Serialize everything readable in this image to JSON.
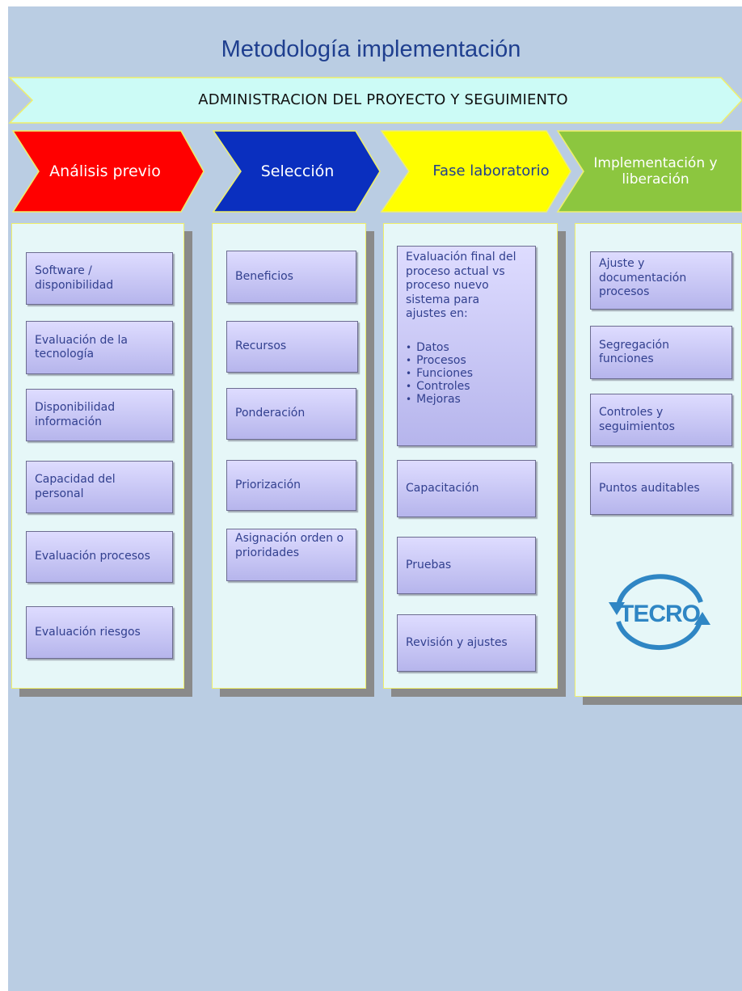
{
  "title": "Metodología implementación",
  "banner": "ADMINISTRACION DEL PROYECTO  Y SEGUIMIENTO",
  "colors": {
    "background": "#bacde3",
    "banner": "#ccfbf6",
    "phase1": "#ff0000",
    "phase2": "#0a2fbf",
    "phase3": "#ffff00",
    "phase4": "#8cc63f",
    "box_text": "#32408f",
    "column_fill": "#e6f7f8",
    "logo": "#2f86c4"
  },
  "phases": [
    {
      "label": "Análisis previo",
      "color": "#ff0000",
      "text_color": "#ffffff"
    },
    {
      "label": "Selección",
      "color": "#0a2fbf",
      "text_color": "#ffffff"
    },
    {
      "label": "Fase laboratorio",
      "color": "#ffff00",
      "text_color": "#1f3f8f"
    },
    {
      "label": "Implementación y liberación",
      "color": "#8cc63f",
      "text_color": "#ffffff"
    }
  ],
  "columns": [
    {
      "items": [
        "Software / disponibilidad",
        "Evaluación de la tecnología",
        "Disponibilidad información",
        "Capacidad del personal",
        "Evaluación procesos",
        "Evaluación riesgos"
      ]
    },
    {
      "items": [
        "Beneficios",
        "Recursos",
        "Ponderación",
        "Priorización",
        "Asignación orden o prioridades"
      ]
    },
    {
      "intro": "Evaluación final del proceso actual vs proceso nuevo sistema para ajustes en:",
      "bullets": [
        "Datos",
        "Procesos",
        "Funciones",
        "Controles",
        "Mejoras"
      ],
      "items": [
        "Capacitación",
        "Pruebas",
        "Revisión y ajustes"
      ]
    },
    {
      "items": [
        "Ajuste y documentación procesos",
        "Segregación funciones",
        "Controles y seguimientos",
        "Puntos auditables"
      ]
    }
  ],
  "logo": {
    "text": "TECRO",
    "icon": "circular-arrows-logo"
  }
}
